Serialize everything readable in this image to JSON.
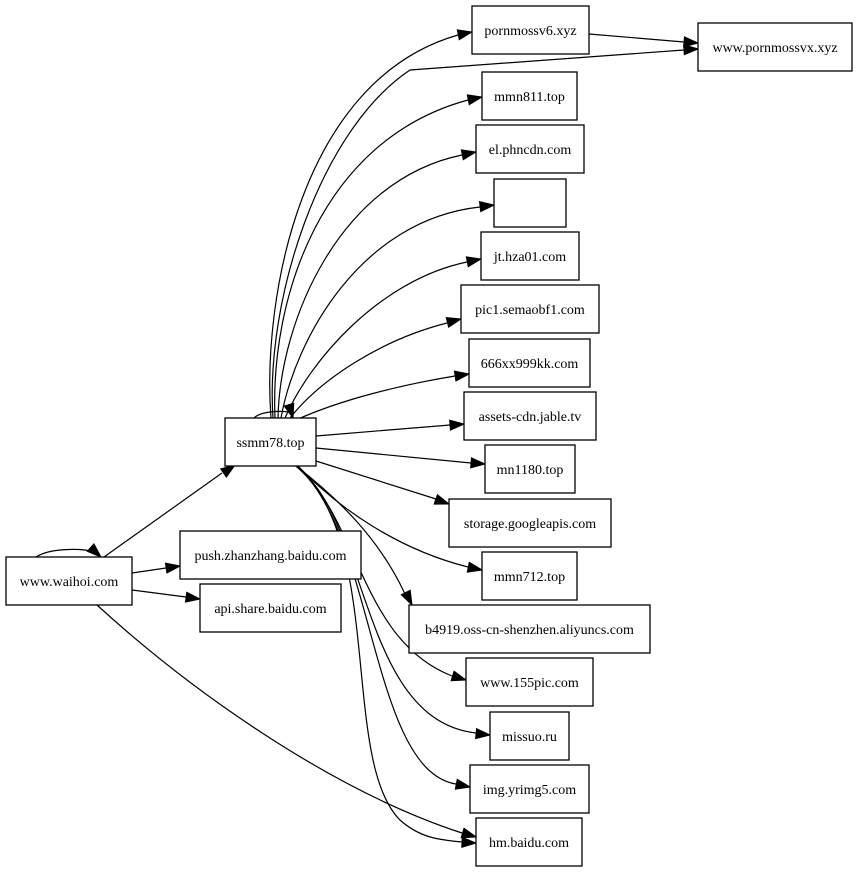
{
  "graph": {
    "type": "directed-graph",
    "nodes": [
      {
        "id": "waihoi",
        "label": "www.waihoi.com"
      },
      {
        "id": "ssmm78",
        "label": "ssmm78.top"
      },
      {
        "id": "push",
        "label": "push.zhanzhang.baidu.com"
      },
      {
        "id": "apishare",
        "label": "api.share.baidu.com"
      },
      {
        "id": "pornmossv6",
        "label": "pornmossv6.xyz"
      },
      {
        "id": "pornmossvx",
        "label": "www.pornmossvx.xyz"
      },
      {
        "id": "mmn811",
        "label": "mmn811.top"
      },
      {
        "id": "phncdn",
        "label": "el.phncdn.com"
      },
      {
        "id": "blank",
        "label": ""
      },
      {
        "id": "hza01",
        "label": "jt.hza01.com"
      },
      {
        "id": "semaobf1",
        "label": "pic1.semaobf1.com"
      },
      {
        "id": "666xx",
        "label": "666xx999kk.com"
      },
      {
        "id": "jable",
        "label": "assets-cdn.jable.tv"
      },
      {
        "id": "mn1180",
        "label": "mn1180.top"
      },
      {
        "id": "googleapis",
        "label": "storage.googleapis.com"
      },
      {
        "id": "mmn712",
        "label": "mmn712.top"
      },
      {
        "id": "aliyuncs",
        "label": "b4919.oss-cn-shenzhen.aliyuncs.com"
      },
      {
        "id": "155pic",
        "label": "www.155pic.com"
      },
      {
        "id": "missuo",
        "label": "missuo.ru"
      },
      {
        "id": "yrimg5",
        "label": "img.yrimg5.com"
      },
      {
        "id": "hmbaidu",
        "label": "hm.baidu.com"
      }
    ],
    "edges": [
      {
        "from": "waihoi",
        "to": "waihoi"
      },
      {
        "from": "waihoi",
        "to": "ssmm78"
      },
      {
        "from": "waihoi",
        "to": "push"
      },
      {
        "from": "waihoi",
        "to": "apishare"
      },
      {
        "from": "waihoi",
        "to": "hmbaidu"
      },
      {
        "from": "ssmm78",
        "to": "ssmm78"
      },
      {
        "from": "ssmm78",
        "to": "pornmossv6"
      },
      {
        "from": "ssmm78",
        "to": "pornmossvx"
      },
      {
        "from": "pornmossv6",
        "to": "pornmossvx"
      },
      {
        "from": "ssmm78",
        "to": "mmn811"
      },
      {
        "from": "ssmm78",
        "to": "phncdn"
      },
      {
        "from": "ssmm78",
        "to": "blank"
      },
      {
        "from": "ssmm78",
        "to": "hza01"
      },
      {
        "from": "ssmm78",
        "to": "semaobf1"
      },
      {
        "from": "ssmm78",
        "to": "666xx"
      },
      {
        "from": "ssmm78",
        "to": "jable"
      },
      {
        "from": "ssmm78",
        "to": "mn1180"
      },
      {
        "from": "ssmm78",
        "to": "googleapis"
      },
      {
        "from": "ssmm78",
        "to": "mmn712"
      },
      {
        "from": "ssmm78",
        "to": "aliyuncs"
      },
      {
        "from": "ssmm78",
        "to": "155pic"
      },
      {
        "from": "ssmm78",
        "to": "missuo"
      },
      {
        "from": "ssmm78",
        "to": "yrimg5"
      },
      {
        "from": "ssmm78",
        "to": "hmbaidu"
      }
    ]
  }
}
